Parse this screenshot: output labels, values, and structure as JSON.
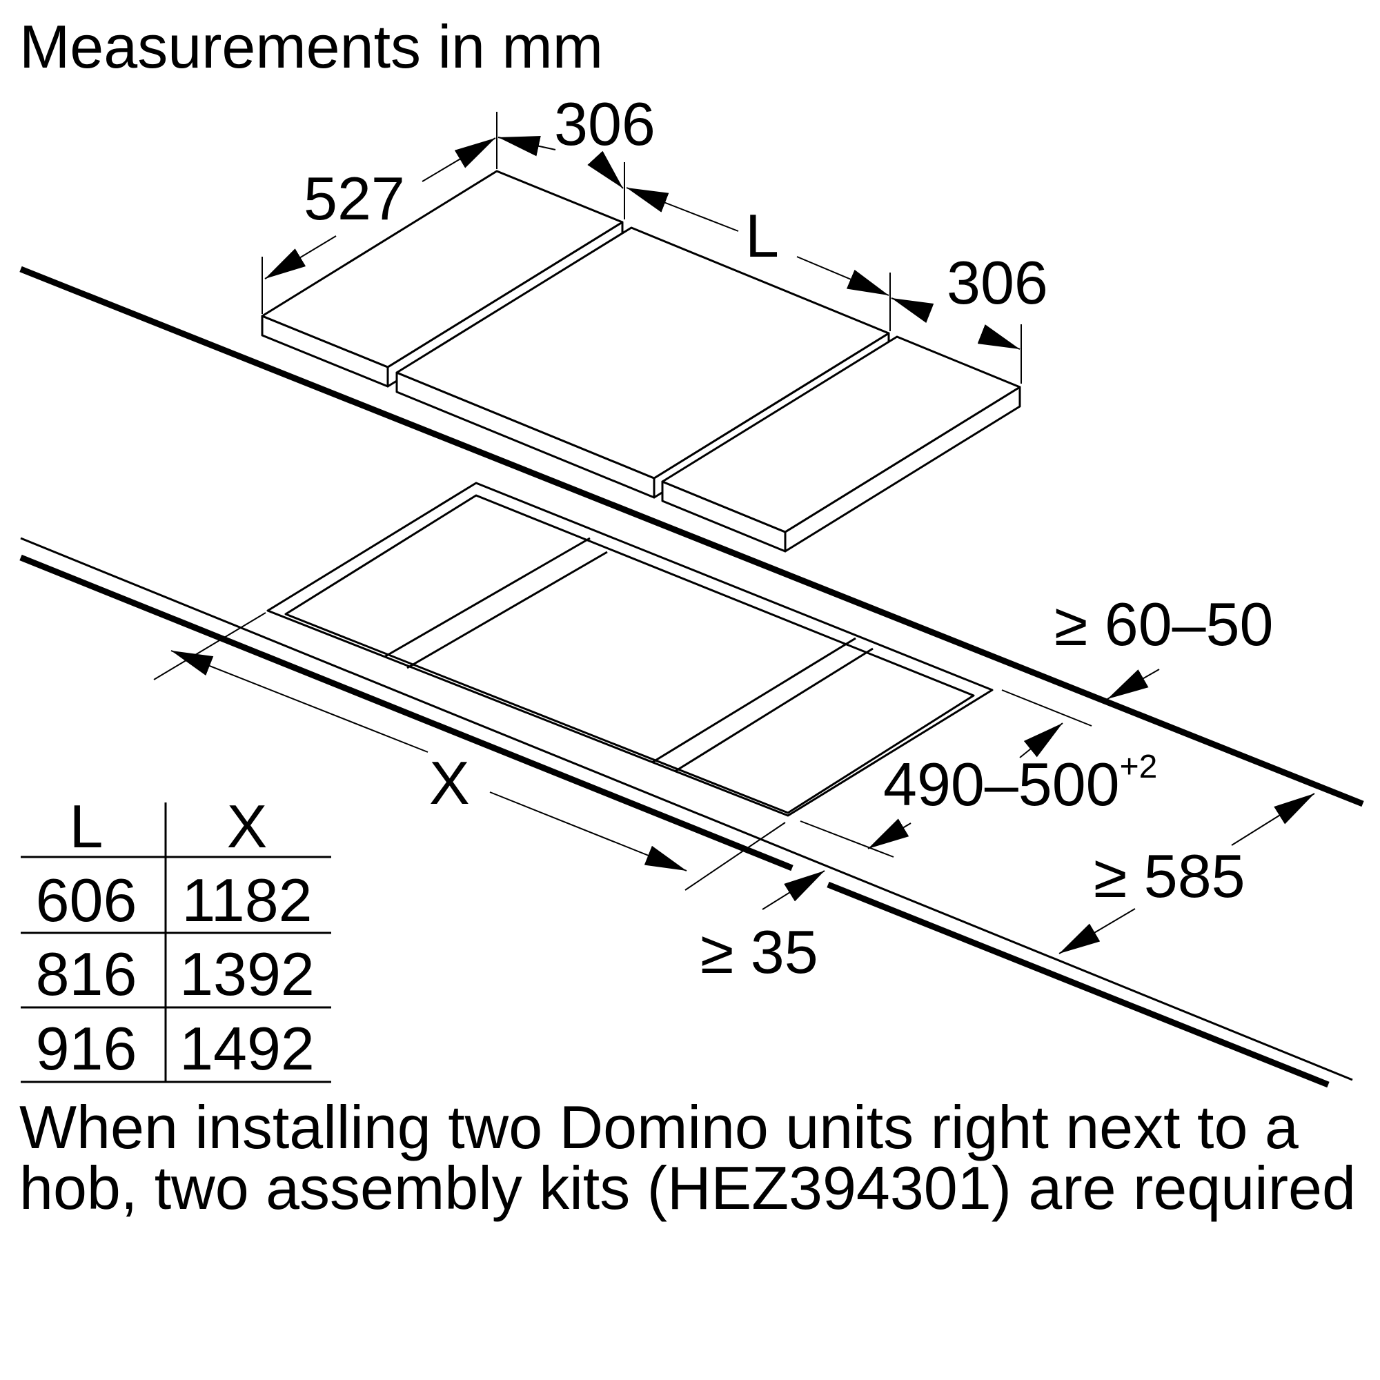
{
  "title": "Measurements in mm",
  "labels": {
    "depth": "527",
    "width_left": "306",
    "width_center": "L",
    "width_right": "306",
    "gap_back": "≥ 60–50",
    "cutout_depth": "490–500",
    "cutout_depth_tolerance": "+2",
    "cutout_width": "X",
    "front_min": "≥ 35",
    "worktop_depth": "≥ 585"
  },
  "table": {
    "headers": [
      "L",
      "X"
    ],
    "rows": [
      [
        "606",
        "1182"
      ],
      [
        "816",
        "1392"
      ],
      [
        "916",
        "1492"
      ]
    ]
  },
  "note": "When installing two Domino units right next to a hob, two assembly kits (HEZ394301) are required"
}
